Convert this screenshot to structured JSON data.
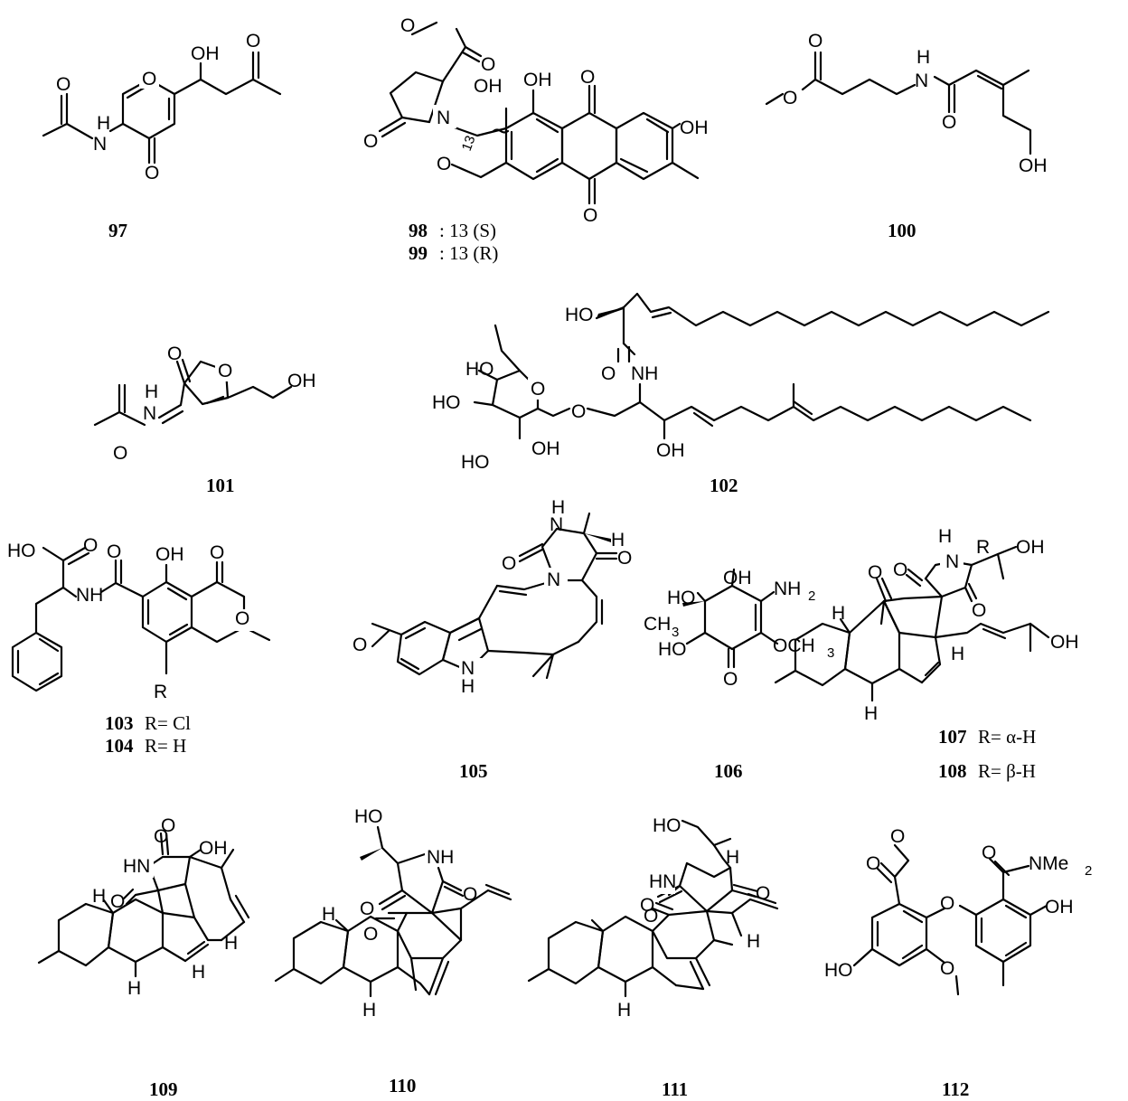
{
  "compounds": [
    {
      "id": "97",
      "label": "97",
      "atoms": [
        "OH",
        "O",
        "O",
        "O",
        "N",
        "H",
        "O"
      ]
    },
    {
      "id": "98-99",
      "labels": [
        "98",
        "99"
      ],
      "captions": [
        ": 13 (S)",
        ": 13 (R)"
      ],
      "locant": "13",
      "atoms": [
        "O",
        "O",
        "OH",
        "OH",
        "O",
        "N",
        "O",
        "O",
        "OH",
        "O"
      ]
    },
    {
      "id": "100",
      "label": "100",
      "atoms": [
        "O",
        "O",
        "H",
        "N",
        "O",
        "OH"
      ]
    },
    {
      "id": "101",
      "label": "101",
      "atoms": [
        "O",
        "O",
        "OH",
        "H",
        "N",
        "O"
      ]
    },
    {
      "id": "102",
      "label": "102",
      "atoms": [
        "HO",
        "O",
        "NH",
        "HO",
        "O",
        "HO",
        "O",
        "OH",
        "HO",
        "OH"
      ]
    },
    {
      "id": "103-104",
      "labels": [
        "103",
        "104"
      ],
      "captions": [
        "R= Cl",
        "R= H"
      ],
      "atoms": [
        "HO",
        "O",
        "OH",
        "O",
        "O",
        "NH",
        "O",
        "R"
      ]
    },
    {
      "id": "105",
      "label": "105",
      "atoms": [
        "O",
        "N",
        "H",
        "H",
        "N",
        "O",
        "O",
        "N",
        "H"
      ]
    },
    {
      "id": "106",
      "label": "106",
      "atoms": [
        "OH",
        "HO",
        "NH",
        "2",
        "CH",
        "3",
        "HO",
        "OCH",
        "3",
        "O"
      ]
    },
    {
      "id": "107-108",
      "labels": [
        "107",
        "108"
      ],
      "captions": [
        "R= α-H",
        "R= β-H"
      ],
      "atoms": [
        "H",
        "N",
        "R",
        "OH",
        "O",
        "O",
        "O",
        "H",
        "OH",
        "H",
        "H"
      ]
    },
    {
      "id": "109",
      "label": "109",
      "atoms": [
        "O",
        "HN",
        "OH",
        "O",
        "O",
        "H",
        "H",
        "H",
        "H"
      ]
    },
    {
      "id": "110",
      "label": "110",
      "atoms": [
        "HO",
        "NH",
        "O",
        "O",
        "O",
        "H",
        "H"
      ]
    },
    {
      "id": "111",
      "label": "111",
      "atoms": [
        "HO",
        "H",
        "HN",
        "O",
        "O",
        "O",
        "H",
        "H"
      ]
    },
    {
      "id": "112",
      "label": "112",
      "atoms": [
        "O",
        "O",
        "O",
        "NMe",
        "2",
        "O",
        "OH",
        "HO",
        "O"
      ]
    }
  ]
}
